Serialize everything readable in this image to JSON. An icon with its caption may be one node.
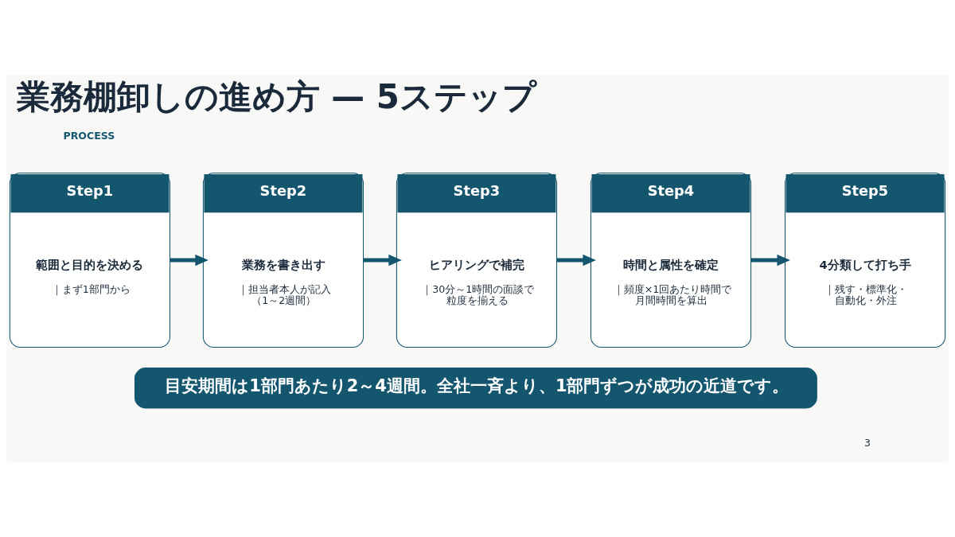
{
  "diagram": {
    "title": "業務棚卸しの進め方 — 5ステップ",
    "nodes": [
      {
        "text": [
          "Step1",
          "範囲と目的を決める",
          "｜まず1部門から"
        ]
      },
      {
        "text": [
          "Step2",
          "業務を書き出す",
          "｜担当者本人が記入（1～2週間）"
        ]
      },
      {
        "text": [
          "Step3",
          "ヒアリングで補完",
          "｜30分～1時間の面談で粒度を揃える"
        ]
      },
      {
        "text": [
          "Step4",
          "時間と属性を確定",
          "｜頻度×1回あたり時間で月間時間を算出"
        ]
      },
      {
        "text": [
          "Step5",
          "4分類して打ち手",
          "｜残す・標準化・自動化・外注"
        ]
      },
      {
        "text": [
          "目安期間は1部門あたり2～4週間。全社一斉より、1部門ずつが成功の近道です。"
        ]
      }
    ],
    "edges": [
      {
        "from": 0,
        "to": 1,
        "arrow": "to"
      },
      {
        "from": 1,
        "to": 2,
        "arrow": "to"
      },
      {
        "from": 2,
        "to": 3,
        "arrow": "to"
      },
      {
        "from": 3,
        "to": 4,
        "arrow": "to"
      }
    ],
    "labels": [
      "PROCESS",
      "3"
    ]
  }
}
